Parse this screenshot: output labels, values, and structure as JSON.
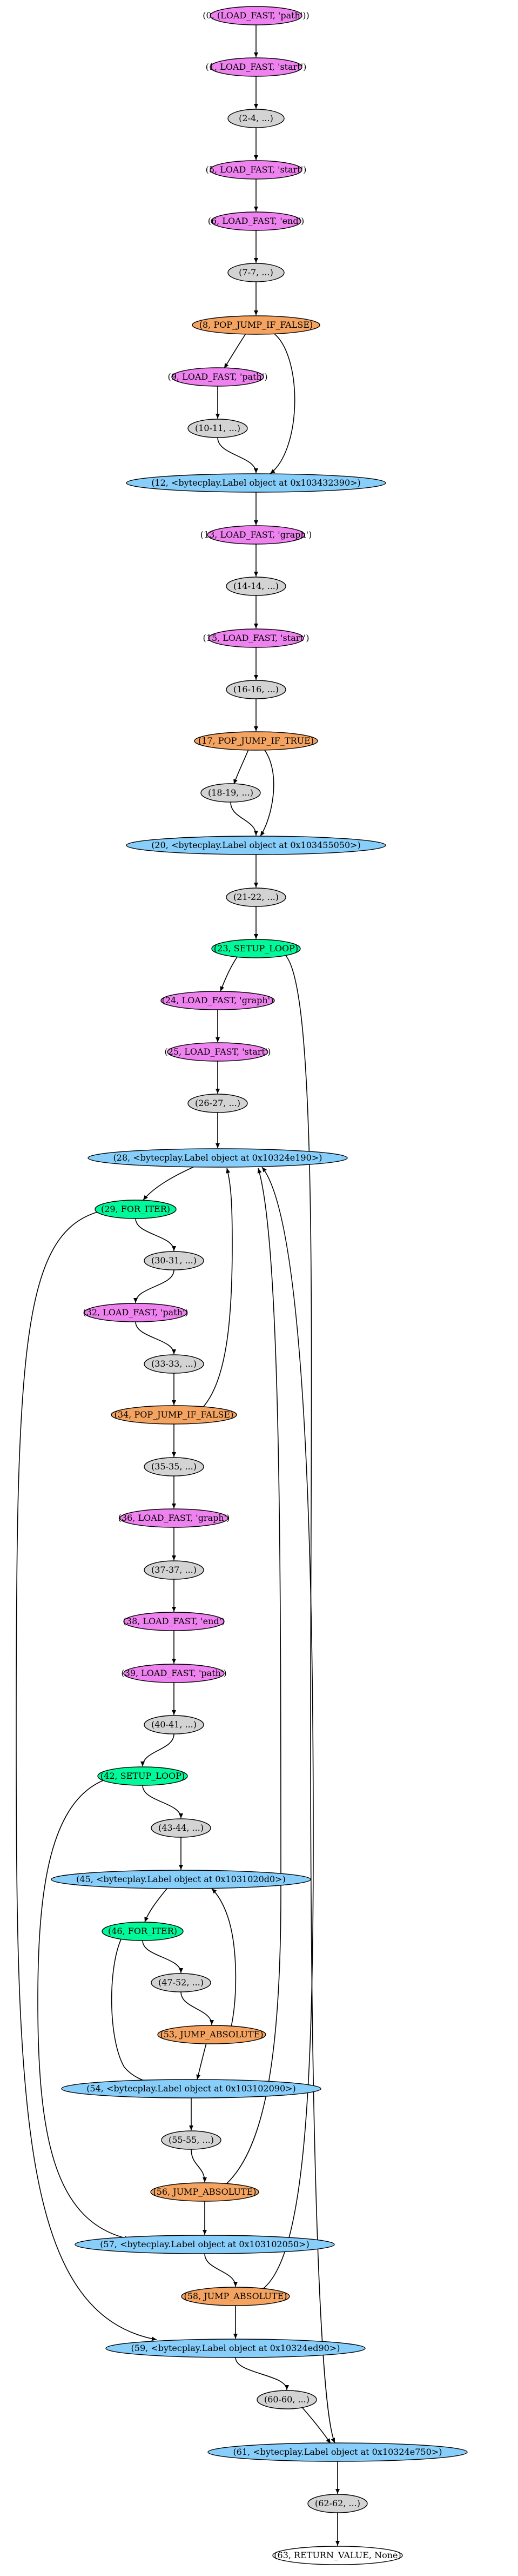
{
  "colors": {
    "load": "#ee82ee",
    "plain": "#d3d3d3",
    "jump": "#f4a460",
    "label": "#87cefa",
    "loop": "#00fa9a",
    "ret": "#ffffff"
  },
  "nodes": [
    {
      "id": "n0",
      "label": "(0, (LOAD_FAST, 'path'))",
      "kind": "load"
    },
    {
      "id": "n1",
      "label": "(1, LOAD_FAST, 'start')",
      "kind": "load"
    },
    {
      "id": "n2",
      "label": "(2-4, ...)",
      "kind": "plain"
    },
    {
      "id": "n5",
      "label": "(5, LOAD_FAST, 'start')",
      "kind": "load"
    },
    {
      "id": "n6",
      "label": "(6, LOAD_FAST, 'end')",
      "kind": "load"
    },
    {
      "id": "n7",
      "label": "(7-7, ...)",
      "kind": "plain"
    },
    {
      "id": "n8",
      "label": "(8, POP_JUMP_IF_FALSE)",
      "kind": "jump"
    },
    {
      "id": "n9",
      "label": "(9, LOAD_FAST, 'path')",
      "kind": "load"
    },
    {
      "id": "n10",
      "label": "(10-11, ...)",
      "kind": "plain"
    },
    {
      "id": "n12",
      "label": "(12, <bytecplay.Label object at 0x103432390>)",
      "kind": "label"
    },
    {
      "id": "n13",
      "label": "(13, LOAD_FAST, 'graph')",
      "kind": "load"
    },
    {
      "id": "n14",
      "label": "(14-14, ...)",
      "kind": "plain"
    },
    {
      "id": "n15",
      "label": "(15, LOAD_FAST, 'start')",
      "kind": "load"
    },
    {
      "id": "n16",
      "label": "(16-16, ...)",
      "kind": "plain"
    },
    {
      "id": "n17",
      "label": "(17, POP_JUMP_IF_TRUE)",
      "kind": "jump"
    },
    {
      "id": "n18",
      "label": "(18-19, ...)",
      "kind": "plain"
    },
    {
      "id": "n20",
      "label": "(20, <bytecplay.Label object at 0x103455050>)",
      "kind": "label"
    },
    {
      "id": "n21",
      "label": "(21-22, ...)",
      "kind": "plain"
    },
    {
      "id": "n23",
      "label": "(23, SETUP_LOOP)",
      "kind": "loop"
    },
    {
      "id": "n24",
      "label": "(24, LOAD_FAST, 'graph')",
      "kind": "load"
    },
    {
      "id": "n25",
      "label": "(25, LOAD_FAST, 'start')",
      "kind": "load"
    },
    {
      "id": "n26",
      "label": "(26-27, ...)",
      "kind": "plain"
    },
    {
      "id": "n28",
      "label": "(28, <bytecplay.Label object at 0x10324e190>)",
      "kind": "label"
    },
    {
      "id": "n29",
      "label": "(29, FOR_ITER)",
      "kind": "loop"
    },
    {
      "id": "n30",
      "label": "(30-31, ...)",
      "kind": "plain"
    },
    {
      "id": "n32",
      "label": "(32, LOAD_FAST, 'path')",
      "kind": "load"
    },
    {
      "id": "n33",
      "label": "(33-33, ...)",
      "kind": "plain"
    },
    {
      "id": "n34",
      "label": "(34, POP_JUMP_IF_FALSE)",
      "kind": "jump"
    },
    {
      "id": "n35",
      "label": "(35-35, ...)",
      "kind": "plain"
    },
    {
      "id": "n36",
      "label": "(36, LOAD_FAST, 'graph')",
      "kind": "load"
    },
    {
      "id": "n37",
      "label": "(37-37, ...)",
      "kind": "plain"
    },
    {
      "id": "n38",
      "label": "(38, LOAD_FAST, 'end')",
      "kind": "load"
    },
    {
      "id": "n39",
      "label": "(39, LOAD_FAST, 'path')",
      "kind": "load"
    },
    {
      "id": "n40",
      "label": "(40-41, ...)",
      "kind": "plain"
    },
    {
      "id": "n42",
      "label": "(42, SETUP_LOOP)",
      "kind": "loop"
    },
    {
      "id": "n43",
      "label": "(43-44, ...)",
      "kind": "plain"
    },
    {
      "id": "n45",
      "label": "(45, <bytecplay.Label object at 0x1031020d0>)",
      "kind": "label"
    },
    {
      "id": "n46",
      "label": "(46, FOR_ITER)",
      "kind": "loop"
    },
    {
      "id": "n47",
      "label": "(47-52, ...)",
      "kind": "plain"
    },
    {
      "id": "n53",
      "label": "(53, JUMP_ABSOLUTE)",
      "kind": "jump"
    },
    {
      "id": "n54",
      "label": "(54, <bytecplay.Label object at 0x103102090>)",
      "kind": "label"
    },
    {
      "id": "n55",
      "label": "(55-55, ...)",
      "kind": "plain"
    },
    {
      "id": "n56",
      "label": "(56, JUMP_ABSOLUTE)",
      "kind": "jump"
    },
    {
      "id": "n57",
      "label": "(57, <bytecplay.Label object at 0x103102050>)",
      "kind": "label"
    },
    {
      "id": "n58",
      "label": "(58, JUMP_ABSOLUTE)",
      "kind": "jump"
    },
    {
      "id": "n59",
      "label": "(59, <bytecplay.Label object at 0x10324ed90>)",
      "kind": "label"
    },
    {
      "id": "n60",
      "label": "(60-60, ...)",
      "kind": "plain"
    },
    {
      "id": "n61",
      "label": "(61, <bytecplay.Label object at 0x10324e750>)",
      "kind": "label"
    },
    {
      "id": "n62",
      "label": "(62-62, ...)",
      "kind": "plain"
    },
    {
      "id": "n63",
      "label": "(63, RETURN_VALUE, None)",
      "kind": "ret"
    }
  ],
  "edges": [
    [
      "n0",
      "n1"
    ],
    [
      "n1",
      "n2"
    ],
    [
      "n2",
      "n5"
    ],
    [
      "n5",
      "n6"
    ],
    [
      "n6",
      "n7"
    ],
    [
      "n7",
      "n8"
    ],
    [
      "n8",
      "n9"
    ],
    [
      "n8",
      "n12"
    ],
    [
      "n9",
      "n10"
    ],
    [
      "n10",
      "n12"
    ],
    [
      "n12",
      "n13"
    ],
    [
      "n13",
      "n14"
    ],
    [
      "n14",
      "n15"
    ],
    [
      "n15",
      "n16"
    ],
    [
      "n16",
      "n17"
    ],
    [
      "n17",
      "n18"
    ],
    [
      "n17",
      "n20"
    ],
    [
      "n18",
      "n20"
    ],
    [
      "n20",
      "n21"
    ],
    [
      "n21",
      "n23"
    ],
    [
      "n23",
      "n24"
    ],
    [
      "n23",
      "n61"
    ],
    [
      "n24",
      "n25"
    ],
    [
      "n25",
      "n26"
    ],
    [
      "n26",
      "n28"
    ],
    [
      "n28",
      "n29"
    ],
    [
      "n29",
      "n30"
    ],
    [
      "n29",
      "n59"
    ],
    [
      "n30",
      "n32"
    ],
    [
      "n32",
      "n33"
    ],
    [
      "n33",
      "n34"
    ],
    [
      "n34",
      "n28"
    ],
    [
      "n34",
      "n35"
    ],
    [
      "n35",
      "n36"
    ],
    [
      "n36",
      "n37"
    ],
    [
      "n37",
      "n38"
    ],
    [
      "n38",
      "n39"
    ],
    [
      "n39",
      "n40"
    ],
    [
      "n40",
      "n42"
    ],
    [
      "n42",
      "n43"
    ],
    [
      "n42",
      "n57"
    ],
    [
      "n43",
      "n45"
    ],
    [
      "n45",
      "n46"
    ],
    [
      "n46",
      "n47"
    ],
    [
      "n46",
      "n54"
    ],
    [
      "n47",
      "n53"
    ],
    [
      "n53",
      "n45"
    ],
    [
      "n53",
      "n54"
    ],
    [
      "n54",
      "n55"
    ],
    [
      "n55",
      "n56"
    ],
    [
      "n56",
      "n28"
    ],
    [
      "n56",
      "n57"
    ],
    [
      "n57",
      "n58"
    ],
    [
      "n58",
      "n28"
    ],
    [
      "n58",
      "n59"
    ],
    [
      "n59",
      "n60"
    ],
    [
      "n60",
      "n61"
    ],
    [
      "n61",
      "n62"
    ],
    [
      "n62",
      "n63"
    ]
  ]
}
